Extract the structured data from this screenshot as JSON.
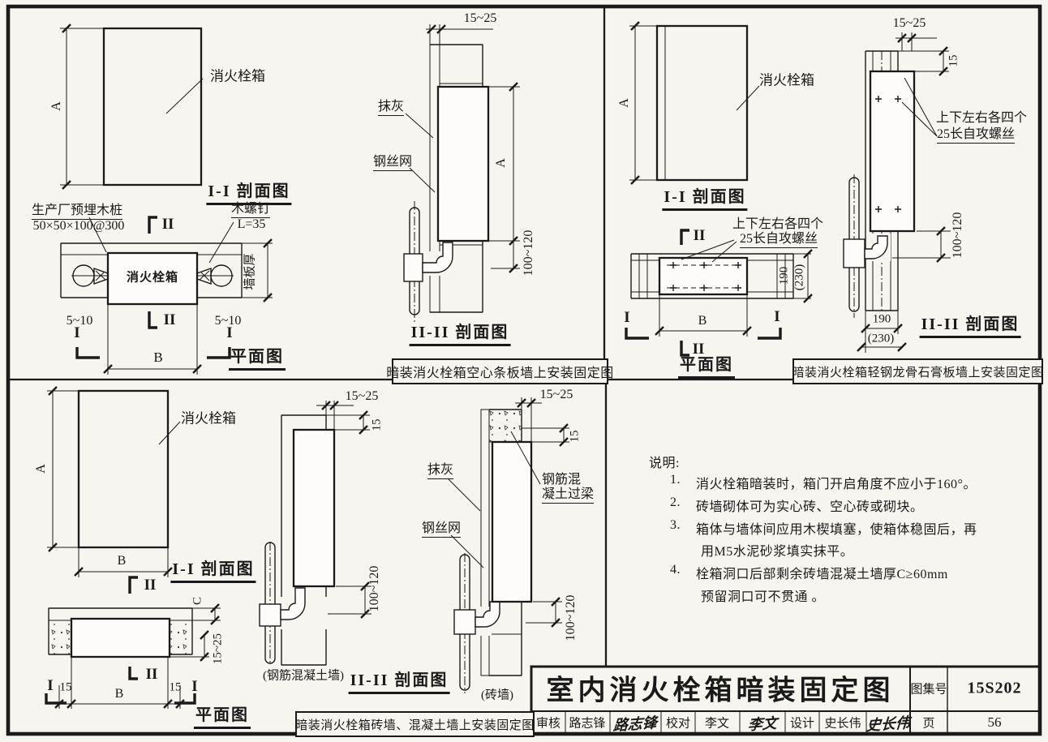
{
  "page": {
    "bg": "#f7f5f0",
    "ink": "#1a1a1a"
  },
  "dims": {
    "a": "A",
    "b": "B",
    "c": "C",
    "gap_5_10": "5~10",
    "gap_15_25": "15~25",
    "d15": "15",
    "d100_120": "100~120",
    "d190": "190",
    "d230": "(230)"
  },
  "marks": {
    "i": "I",
    "ii": "II"
  },
  "labels": {
    "hydrant_box": "消火栓箱",
    "plaster": "抹灰",
    "wire_mesh": "钢丝网",
    "wall_panel_thickness": "墙板厚",
    "wood_plug_line1": "生产厂预埋木桩",
    "wood_plug_line2": "50×50×100@300",
    "wood_screw_line1": "木螺钉",
    "wood_screw_line2": "L=35",
    "tapping_screws_line1": "上下左右各四个",
    "tapping_screws_line2": "25长自攻螺丝",
    "rc_lintel_line1": "钢筋混",
    "rc_lintel_line2": "凝土过梁",
    "rc_wall": "(钢筋混凝土墙)",
    "brick_wall": "(砖墙)"
  },
  "titles": {
    "section_i": "I-I 剖面图",
    "section_ii": "II-II 剖面图",
    "plan": "平面图"
  },
  "captions": {
    "hollow_panel": "暗装消火栓箱空心条板墙上安装固定图",
    "steel_stud_gypsum": "暗装消火栓箱轻钢龙骨石膏板墙上安装固定图",
    "brick_concrete": "暗装消火栓箱砖墙、混凝土墙上安装固定图"
  },
  "notes": {
    "heading": "说明:",
    "items": [
      {
        "no": "1.",
        "line1": "消火栓箱暗装时，箱门开启角度不应小于160°。",
        "line2": ""
      },
      {
        "no": "2.",
        "line1": "砖墙砌体可为实心砖、空心砖或砌块。",
        "line2": ""
      },
      {
        "no": "3.",
        "line1": "箱体与墙体间应用木楔填塞，使箱体稳固后，再",
        "line2": "用M5水泥砂浆填实抹平。"
      },
      {
        "no": "4.",
        "line1": "栓箱洞口后部剩余砖墙混凝土墙厚C≥60mm",
        "line2": "预留洞口可不贯通 。"
      }
    ]
  },
  "title_block": {
    "drawing_title": "室内消火栓箱暗装固定图",
    "atlas_no_label": "图集号",
    "atlas_no": "15S202",
    "page_label": "页",
    "page_no": "56",
    "review_label": "审核",
    "reviewer": "路志锋",
    "reviewer_signature": "路志锋",
    "proof_label": "校对",
    "proofreader": "李文",
    "proofreader_signature": "李文",
    "design_label": "设计",
    "designer": "史长伟",
    "designer_signature": "史长伟"
  }
}
